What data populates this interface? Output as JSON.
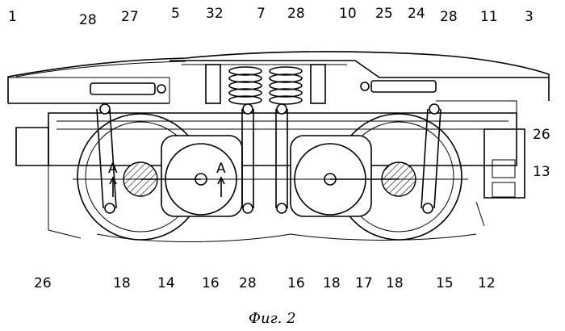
{
  "caption": "Фиг. 2",
  "top_labels": [
    "1",
    "28",
    "27",
    "5",
    "32",
    "7",
    "28",
    "10",
    "25",
    "24",
    "28",
    "11",
    "3"
  ],
  "right_labels": [
    "26",
    "13"
  ],
  "bottom_labels": [
    "26",
    "18",
    "14",
    "16",
    "28",
    "16",
    "18",
    "17",
    "18",
    "15",
    "12"
  ],
  "section_marks": [
    "A",
    "A"
  ]
}
